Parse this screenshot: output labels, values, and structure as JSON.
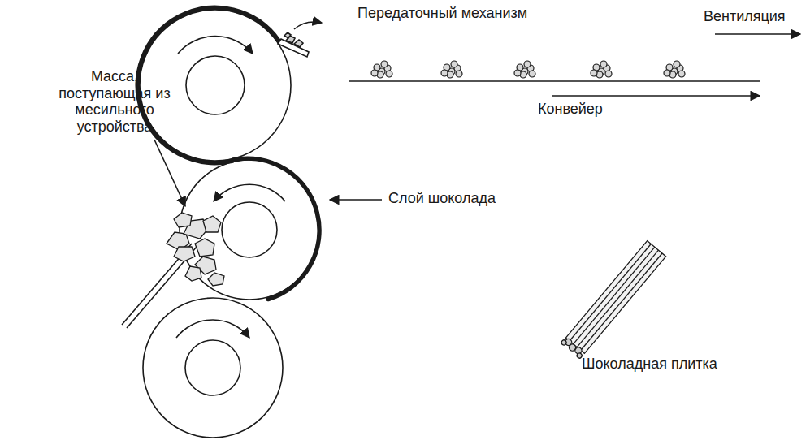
{
  "diagram": {
    "labels": [
      "Передаточный механизм",
      "Вентиляция",
      "Масса, поступающая из месильного устройства",
      "Конвейер",
      "Слой шоколада",
      "Шоколадная плитка"
    ]
  }
}
